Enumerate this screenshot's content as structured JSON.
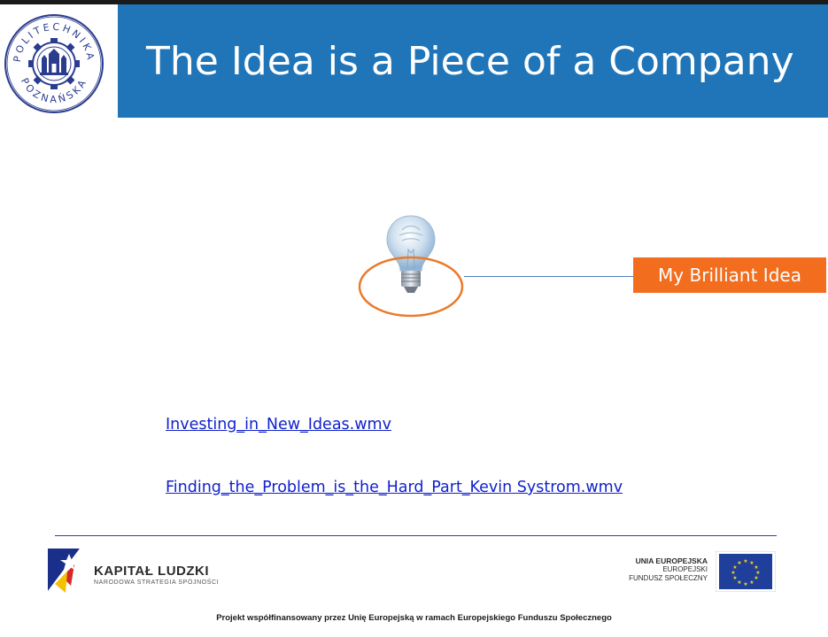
{
  "slide": {
    "title": "The Idea is a Piece of a Company"
  },
  "logo": {
    "icon": "politechnika-poznanska-seal-icon",
    "seal_text_top": "POLITECHNIKA",
    "seal_text_bottom": "POZNAŃSKA"
  },
  "diagram": {
    "icon": "lightbulb-icon",
    "label": "My Brilliant Idea"
  },
  "links": [
    {
      "label": "Investing_in_New_Ideas.wmv"
    },
    {
      "label": "Finding_the_Problem_is_the_Hard_Part_Kevin Systrom.wmv"
    }
  ],
  "footer": {
    "kapital": {
      "icon": "kapital-ludzki-logo-icon",
      "title": "KAPITAŁ LUDZKI",
      "subtitle": "NARODOWA STRATEGIA SPÓJNOŚCI"
    },
    "eu": {
      "icon": "eu-flag-icon",
      "line1": "UNIA EUROPEJSKA",
      "line2": "EUROPEJSKI",
      "line3": "FUNDUSZ SPOŁECZNY"
    },
    "note": "Projekt współfinansowany przez Unię Europejską w ramach Europejskiego Funduszu Społecznego"
  },
  "colors": {
    "title_bar": "#1f75b8",
    "accent_orange": "#f26d1e",
    "link": "#1122cc",
    "seal": "#2b3c8f"
  }
}
